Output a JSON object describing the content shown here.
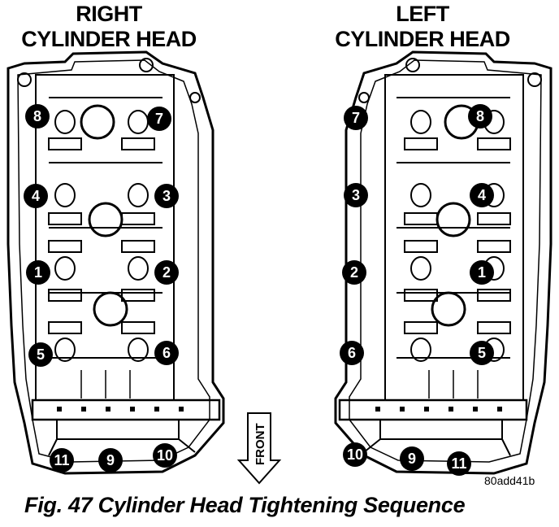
{
  "titles": {
    "right": [
      "RIGHT",
      "CYLINDER HEAD"
    ],
    "left": [
      "LEFT",
      "CYLINDER HEAD"
    ]
  },
  "front_label": "FRONT",
  "reference": "80add41b",
  "caption": "Fig. 47 Cylinder Head Tightening Sequence",
  "right_head_bolts": [
    "8",
    "7",
    "4",
    "3",
    "1",
    "2",
    "5",
    "6",
    "11",
    "9",
    "10"
  ],
  "left_head_bolts": [
    "7",
    "8",
    "3",
    "4",
    "2",
    "1",
    "6",
    "5",
    "10",
    "9",
    "11"
  ]
}
